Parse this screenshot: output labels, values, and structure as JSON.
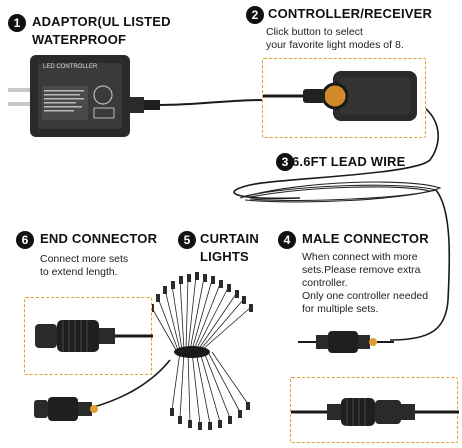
{
  "sections": {
    "adaptor": {
      "number": "1",
      "title_line1": "ADAPTOR(UL LISTED",
      "title_line2": "WATERPROOF"
    },
    "controller": {
      "number": "2",
      "title": "CONTROLLER/RECEIVER",
      "desc_line1": "Click button to select",
      "desc_line2": "your favorite light modes of 8."
    },
    "lead_wire": {
      "number": "3",
      "title": "6.6FT LEAD WIRE"
    },
    "male_connector": {
      "number": "4",
      "title": "MALE CONNECTOR",
      "desc_line1": "When connect with more",
      "desc_line2": "sets.Please remove extra",
      "desc_line3": "controller.",
      "desc_line4": "Only one controller needed",
      "desc_line5": "for multiple sets."
    },
    "curtain_lights": {
      "number": "5",
      "title_line1": "CURTAIN",
      "title_line2": "LIGHTS"
    },
    "end_connector": {
      "number": "6",
      "title": "END CONNECTOR",
      "desc_line1": "Connect more sets",
      "desc_line2": "to extend length."
    }
  },
  "adaptor_label": {
    "line1": "LED CONTROLLER"
  },
  "colors": {
    "accent": "#e39c2e",
    "badge": "#111111",
    "adapter_body": "#2a2a2a",
    "wire": "#1a1a1a"
  },
  "icons": {
    "adapter": "power-adapter-icon",
    "controller": "controller-box-icon",
    "connector": "plug-connector-icon",
    "lights": "led-string-bundle-icon"
  }
}
